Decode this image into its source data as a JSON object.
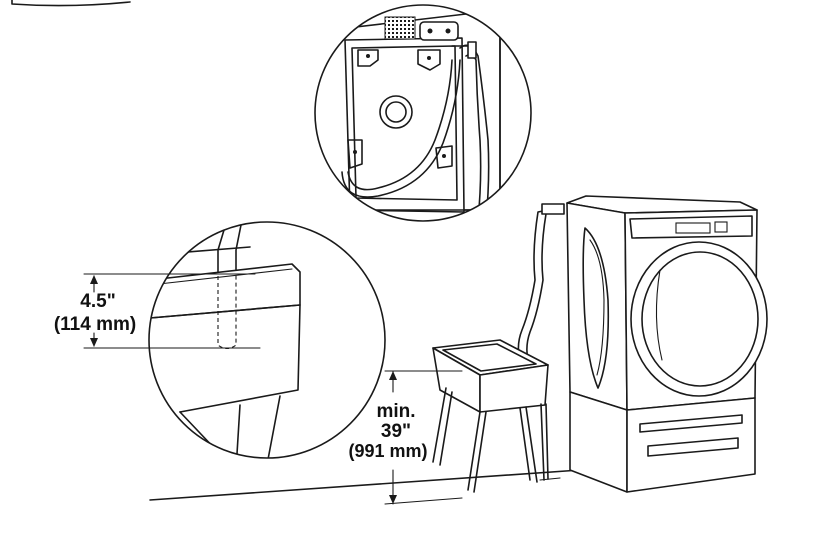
{
  "tub_height_label": {
    "line1": "min.",
    "line2": "39\"",
    "line3": "(991 mm)"
  },
  "standpipe_depth_label": {
    "line1": "4.5\"",
    "line2": "(114 mm)"
  },
  "colors": {
    "ink": "#1a1a1a",
    "background": "#ffffff"
  }
}
